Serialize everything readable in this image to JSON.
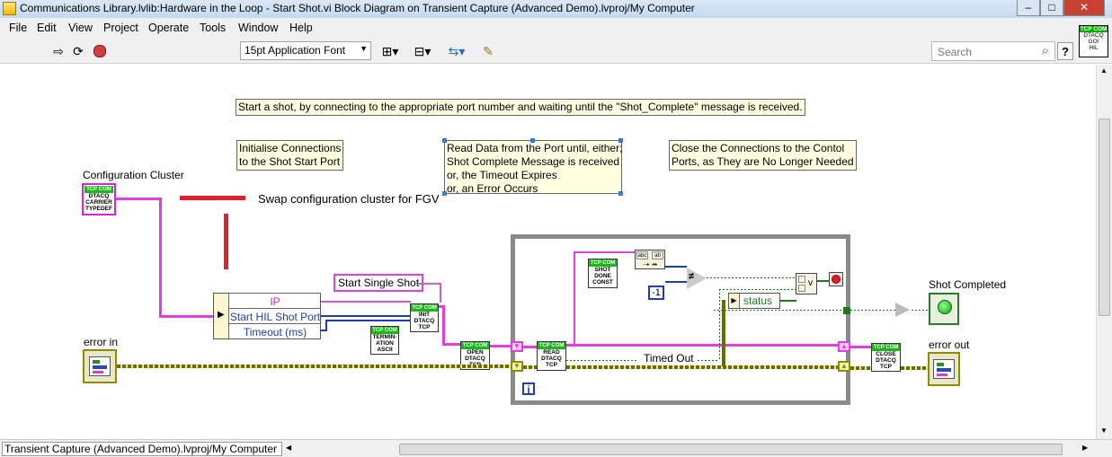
{
  "window": {
    "title": "Communications Library.lvlib:Hardware in the Loop - Start Shot.vi Block Diagram on Transient Capture (Advanced Demo).lvproj/My Computer",
    "minimize": "–",
    "maximize": "□",
    "close": "✕"
  },
  "menu": {
    "items": [
      "File",
      "Edit",
      "View",
      "Project",
      "Operate",
      "Tools",
      "Window",
      "Help"
    ]
  },
  "toolbar": {
    "font": "15pt Application Font",
    "search_placeholder": "Search",
    "help": "?",
    "vi_icon": {
      "header": "TCP COM",
      "lines": [
        "DTACQ",
        "GO!",
        "HIL"
      ]
    }
  },
  "diagram": {
    "comments": {
      "start_shot": "Start a shot, by connecting to the appropriate port number and waiting until the \"Shot_Complete\" message is received.",
      "init": [
        "Initialise Connections",
        "to the Shot Start Port"
      ],
      "read": [
        "Read Data from the Port until, either;",
        "Shot Complete Message is received",
        "or, the Timeout Expires",
        "or, an Error Occurs"
      ],
      "close": [
        "Close the Connections to the Contol",
        "Ports, as They are No Longer Needed"
      ]
    },
    "labels": {
      "config_cluster": "Configuration Cluster",
      "swap_note": "Swap configuration cluster for FGV",
      "error_in": "error in",
      "error_out": "error out",
      "shot_completed": "Shot Completed",
      "timed_out": "Timed Out",
      "status": "status",
      "start_single_shot": "Start Single Shot",
      "minus_one": "-1",
      "iteration": "i"
    },
    "unbundle_rows": [
      "IP",
      "Start HIL Shot Port",
      "Timeout (ms)"
    ],
    "nodes": {
      "config": {
        "header": "TCP COM",
        "lines": [
          "DTACQ",
          "CARRIER",
          "TYPEDEF"
        ]
      },
      "init": {
        "header": "TCP COM",
        "lines": [
          "INIT",
          "DTACQ",
          "TCP"
        ]
      },
      "term": {
        "header": "TCP COM",
        "lines": [
          "TERMIN-",
          "ATION",
          "ASCII"
        ]
      },
      "open": {
        "header": "TCP COM",
        "lines": [
          "OPEN",
          "DTACQ",
          "TCP"
        ]
      },
      "read": {
        "header": "TCP COM",
        "lines": [
          "READ",
          "DTACQ",
          "TCP"
        ]
      },
      "shotdone": {
        "header": "TCP COM",
        "lines": [
          "SHOT",
          "DONE",
          "CONST"
        ]
      },
      "close": {
        "header": "TCP COM",
        "lines": [
          "CLOSE",
          "DTACQ",
          "TCP"
        ]
      }
    }
  },
  "status_bar": {
    "path": "Transient Capture (Advanced Demo).lvproj/My Computer"
  },
  "colors": {
    "cluster_wire": "#e23ce2",
    "error_wire": "#6b6b00",
    "numeric_wire": "#1b3fb0",
    "boolean_wire": "#1a7a1a",
    "annotation_red": "#e0202a"
  }
}
